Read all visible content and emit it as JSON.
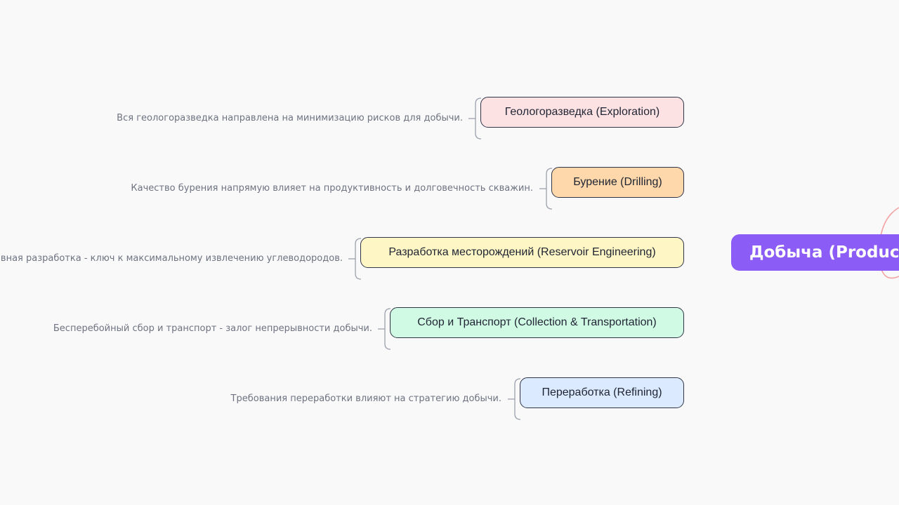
{
  "central": {
    "label": "Добыча (Production)",
    "color": "#8b5cf6"
  },
  "branches": [
    {
      "label": "Геологоразведка (Exploration)",
      "note": "Вся геологоразведка направлена на минимизацию рисков для добычи.",
      "fill": "#fde2e4"
    },
    {
      "label": "Бурение (Drilling)",
      "note": "Качество бурения напрямую влияет на продуктивность и долговечность скважин.",
      "fill": "#fed7aa"
    },
    {
      "label": "Разработка месторождений (Reservoir Engineering)",
      "note": "Эффективная разработка - ключ к максимальному извлечению углеводородов.",
      "fill": "#fef6c4"
    },
    {
      "label": "Сбор и Транспорт (Collection & Transportation)",
      "note": "Бесперебойный сбор и транспорт - залог непрерывности добычи.",
      "fill": "#d1fae5"
    },
    {
      "label": "Переработка (Refining)",
      "note": "Требования переработки влияют на стратегию добычи.",
      "fill": "#dbeafe"
    }
  ],
  "colors": {
    "link": "#9aa0ab",
    "outline": "#2f3446",
    "accent_arc": "#f4a3a3"
  }
}
